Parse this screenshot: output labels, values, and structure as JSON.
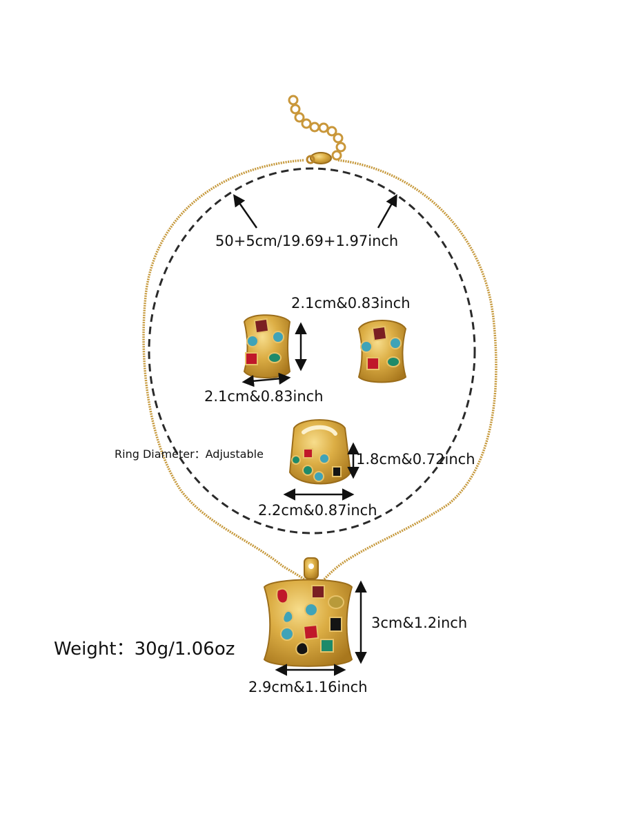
{
  "labels": {
    "chain_length": "50+5cm/19.69+1.97inch",
    "earring_height": "2.1cm&0.83inch",
    "earring_width": "2.1cm&0.83inch",
    "ring_diameter": "Ring Diameter：Adjustable",
    "ring_height": "1.8cm&0.72inch",
    "ring_width": "2.2cm&0.87inch",
    "weight": "Weight：30g/1.06oz",
    "pendant_height": "3cm&1.2inch",
    "pendant_width": "2.9cm&1.16inch"
  },
  "colors": {
    "gold": "#d9a93f",
    "gold_dark": "#a9771c",
    "gold_light": "#f3d27a",
    "turquoise": "#3fa3b8",
    "ruby": "#c0182a",
    "garnet": "#7a1f22",
    "emerald": "#1e8a6a",
    "onyx": "#141414",
    "citrine": "#b89a3a"
  }
}
